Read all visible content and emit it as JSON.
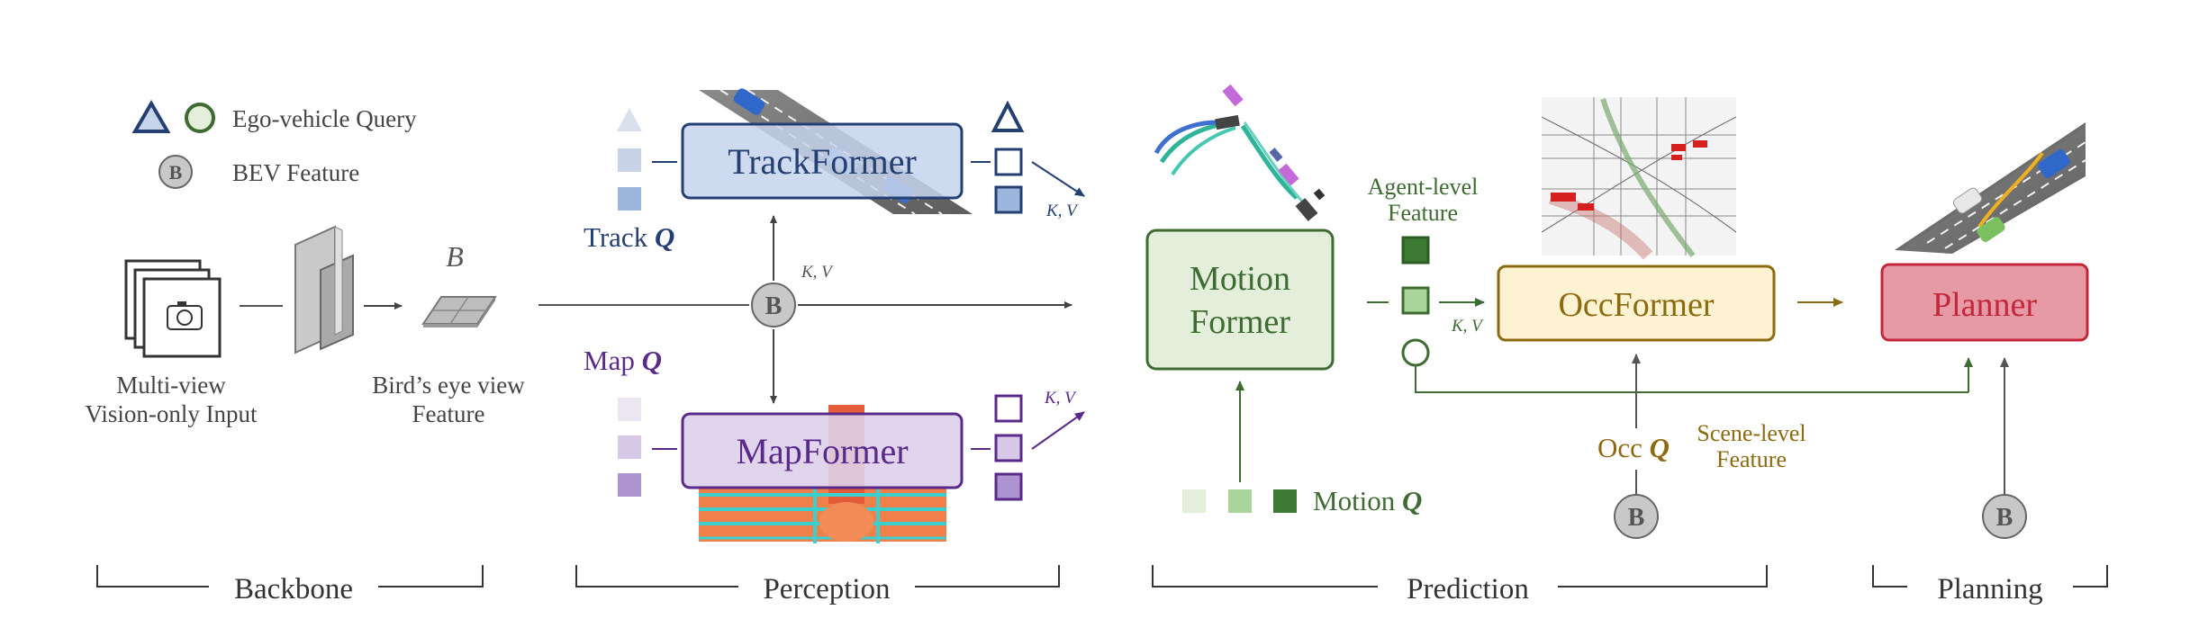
{
  "legend": {
    "ego_query": "Ego-vehicle Query",
    "bev_feature": "BEV Feature",
    "bev_symbol": "B"
  },
  "backbone": {
    "input_label_line1": "Multi-view",
    "input_label_line2": "Vision-only Input",
    "bev_symbol": "B",
    "bev_label_line1": "Bird’s eye view",
    "bev_label_line2": "Feature"
  },
  "perception": {
    "trackformer": "TrackFormer",
    "mapformer": "MapFormer",
    "track_query_text": "Track ",
    "map_query_text": "Map ",
    "q_symbol": "Q",
    "kv": "K, V",
    "bev_symbol": "B"
  },
  "prediction": {
    "motionformer_line1": "Motion",
    "motionformer_line2": "Former",
    "motion_query_text": "Motion ",
    "q_symbol": "Q",
    "agent_feature_line1": "Agent-level",
    "agent_feature_line2": "Feature",
    "kv": "K, V",
    "occformer": "OccFormer",
    "occ_query_text": "Occ ",
    "scene_feature_line1": "Scene-level",
    "scene_feature_line2": "Feature",
    "bev_symbol": "B"
  },
  "planning": {
    "planner": "Planner",
    "bev_symbol": "B"
  },
  "stages": {
    "backbone": "Backbone",
    "perception": "Perception",
    "prediction": "Prediction",
    "planning": "Planning"
  },
  "colors": {
    "track_blue": "#243f72",
    "track_fill": "#c6d4ec",
    "map_purple": "#5a2a8a",
    "map_fill": "#ddd0ea",
    "motion_green": "#3d6b32",
    "motion_fill": "#e3eedb",
    "occ_gold": "#8c6a10",
    "occ_fill": "#fdf3d3",
    "planner_red": "#c4263a",
    "planner_fill": "#e59aa5",
    "bev_gray": "#c8c8c8"
  }
}
